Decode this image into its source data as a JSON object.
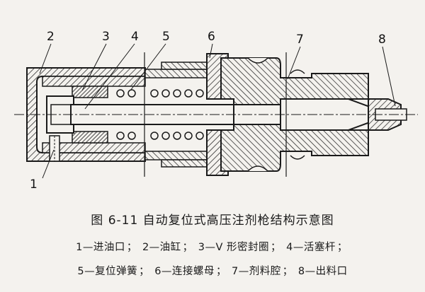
{
  "labels": {
    "l1": "1",
    "l2": "2",
    "l3": "3",
    "l4": "4",
    "l5": "5",
    "l6": "6",
    "l7": "7",
    "l8": "8"
  },
  "caption": "图 6-11   自动复位式高压注剂枪结构示意图",
  "legend_items": [
    "1—进油口",
    "2—油缸",
    "3—V 形密封圈",
    "4—活塞杆",
    "5—复位弹簧",
    "6—连接螺母",
    "7—剂料腔",
    "8—出料口"
  ],
  "colors": {
    "ink": "#1a1a1a",
    "paper": "#f4f2ee"
  }
}
